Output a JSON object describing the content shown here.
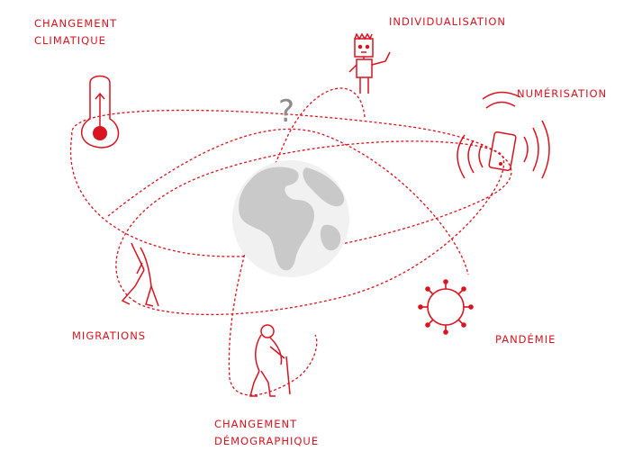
{
  "colors": {
    "accent": "#d9131f",
    "globe_land": "#c9c9c9",
    "globe_ocean": "#f1f1f1",
    "question_mark": "#8c8c8c"
  },
  "labels": {
    "climate": {
      "line1": "CHANGEMENT",
      "line2": "CLIMATIQUE"
    },
    "individualisation": "INDIVIDUALISATION",
    "digitalisation": "NUMÉRISATION",
    "migrations": "MIGRATIONS",
    "pandemic": "PANDÉMIE",
    "demographic": {
      "line1": "CHANGEMENT",
      "line2": "DÉMOGRAPHIQUE"
    }
  },
  "center": {
    "symbol": "?",
    "icon": "globe-icon"
  },
  "icons": [
    "thermometer-icon",
    "robot-icon",
    "smartphone-icon",
    "walking-person-icon",
    "virus-icon",
    "elderly-person-icon"
  ]
}
